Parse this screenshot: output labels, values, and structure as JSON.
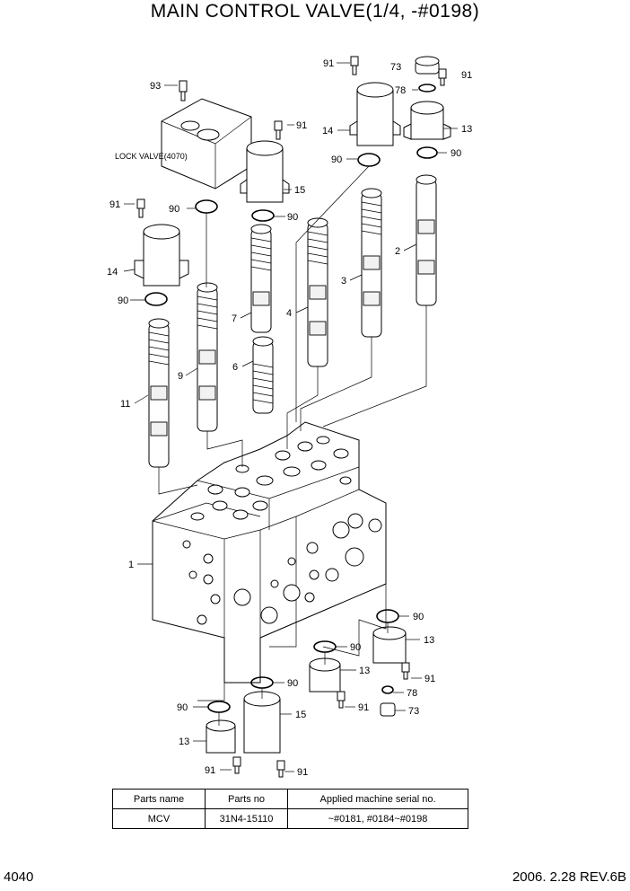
{
  "page": {
    "title": "MAIN CONTROL VALVE(1/4, -#0198)",
    "page_number": "4040",
    "revision": "2006. 2.28  REV.6B"
  },
  "callouts": {
    "lock_valve": "LOCK VALVE(4070)",
    "n1": "1",
    "n2": "2",
    "n3": "3",
    "n4": "4",
    "n6": "6",
    "n7": "7",
    "n9": "9",
    "n11": "11",
    "n13": "13",
    "n14": "14",
    "n15": "15",
    "n73": "73",
    "n78": "78",
    "n90": "90",
    "n91": "91",
    "n93": "93"
  },
  "table": {
    "headers": [
      "Parts name",
      "Parts no",
      "Applied machine serial no."
    ],
    "rows": [
      [
        "MCV",
        "31N4-15110",
        "~#0181, #0184~#0198"
      ]
    ]
  }
}
